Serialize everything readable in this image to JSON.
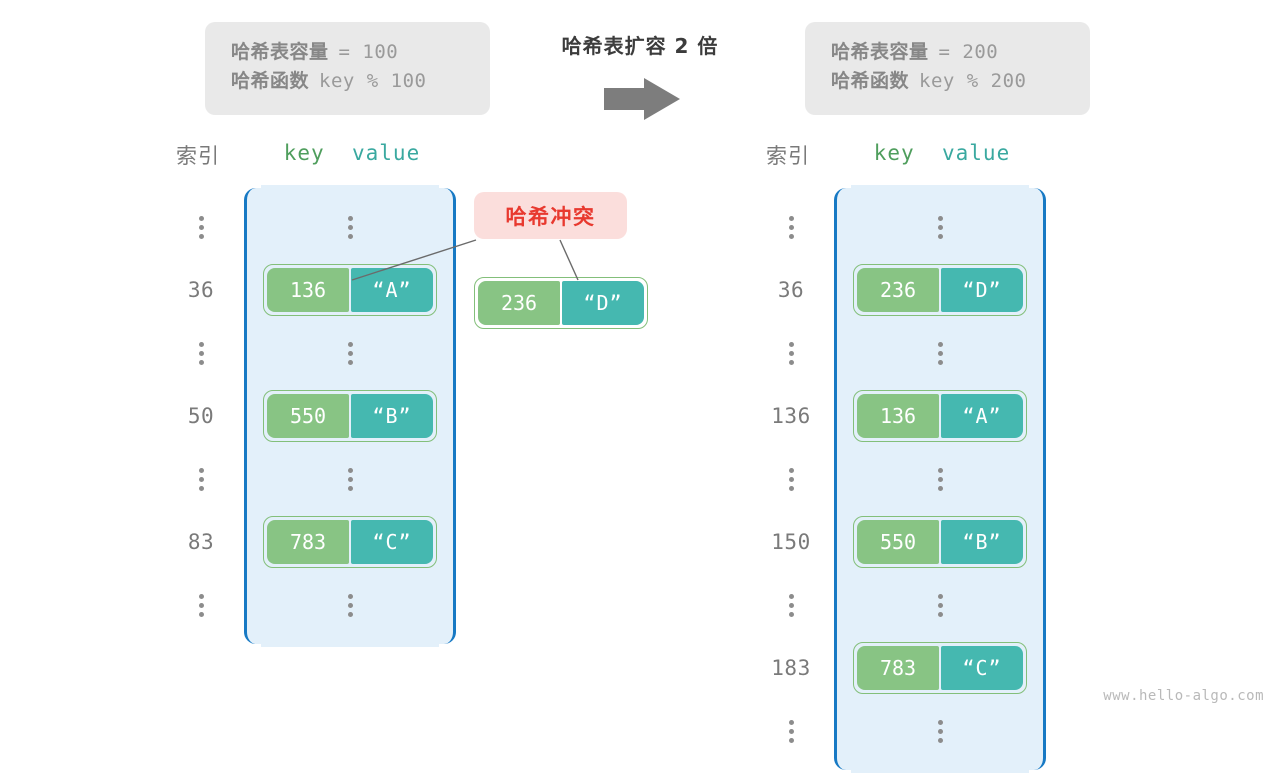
{
  "caption": "哈希表扩容 2 倍",
  "arrow_icon": "right-arrow-icon",
  "watermark": "www.hello-algo.com",
  "colors": {
    "container_border": "#1779c4",
    "container_fill": "#e3f0fa",
    "key_cell": "#88c484",
    "value_cell": "#45b8b0",
    "pair_border": "#83bf7a",
    "collision_bg": "#fbdedc",
    "collision_text": "#e8392f",
    "info_bg": "#e9e9e9",
    "muted_text": "#7a7a7a"
  },
  "info_left": {
    "capacity_label": "哈希表容量",
    "capacity_value": "= 100",
    "function_label": "哈希函数",
    "function_value": "key % 100"
  },
  "info_right": {
    "capacity_label": "哈希表容量",
    "capacity_value": "= 200",
    "function_label": "哈希函数",
    "function_value": "key % 200"
  },
  "header": {
    "index": "索引",
    "key": "key",
    "value": "value"
  },
  "collision": {
    "label": "哈希冲突",
    "entry": {
      "key": "236",
      "value": "“D”"
    }
  },
  "table_left": {
    "rows": [
      {
        "type": "ellipsis",
        "index": ""
      },
      {
        "type": "entry",
        "index": "36",
        "key": "136",
        "value": "“A”"
      },
      {
        "type": "ellipsis",
        "index": ""
      },
      {
        "type": "entry",
        "index": "50",
        "key": "550",
        "value": "“B”"
      },
      {
        "type": "ellipsis",
        "index": ""
      },
      {
        "type": "entry",
        "index": "83",
        "key": "783",
        "value": "“C”"
      },
      {
        "type": "ellipsis",
        "index": ""
      }
    ]
  },
  "table_right": {
    "rows": [
      {
        "type": "ellipsis",
        "index": ""
      },
      {
        "type": "entry",
        "index": "36",
        "key": "236",
        "value": "“D”"
      },
      {
        "type": "ellipsis",
        "index": ""
      },
      {
        "type": "entry",
        "index": "136",
        "key": "136",
        "value": "“A”"
      },
      {
        "type": "ellipsis",
        "index": ""
      },
      {
        "type": "entry",
        "index": "150",
        "key": "550",
        "value": "“B”"
      },
      {
        "type": "ellipsis",
        "index": ""
      },
      {
        "type": "entry",
        "index": "183",
        "key": "783",
        "value": "“C”"
      },
      {
        "type": "ellipsis",
        "index": ""
      }
    ]
  }
}
